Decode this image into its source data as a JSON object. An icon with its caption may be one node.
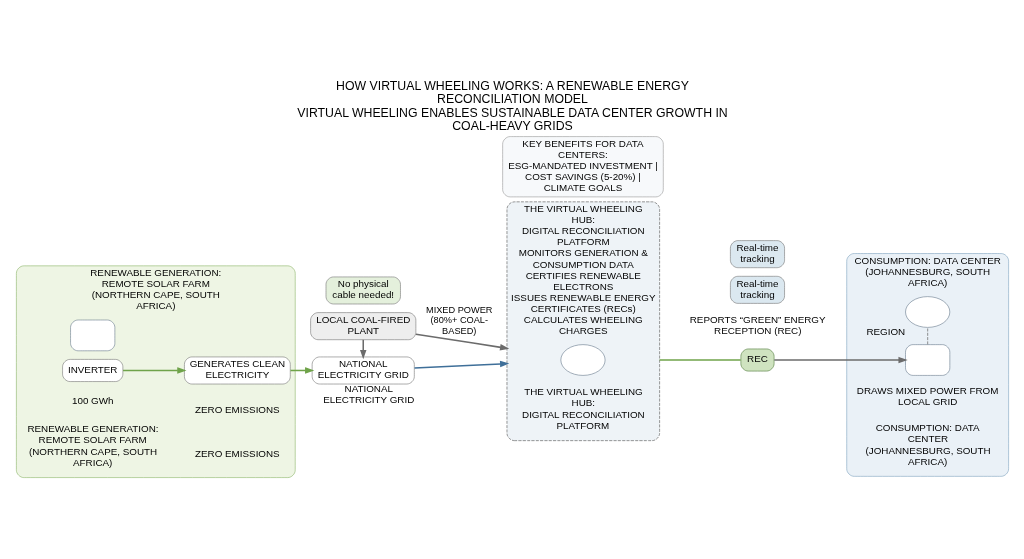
{
  "diagram": {
    "title": "HOW VIRTUAL WHEELING WORKS: A RENEWABLE ENERGY RECONCILIATION MODEL",
    "caption": "VIRTUAL WHEELING ENABLES SUSTAINABLE DATA CENTER GROWTH IN COAL-HEAVY GRIDS",
    "nodes": [
      {
        "text": [
          "RENEWABLE GENERATION: REMOTE SOLAR FARM",
          "(NORTHERN CAPE, SOUTH AFRICA)"
        ],
        "beside": [
          "RENEWABLE GENERATION: REMOTE SOLAR FARM",
          "(NORTHERN CAPE, SOUTH AFRICA)"
        ]
      },
      {
        "text": [],
        "shape": "box",
        "in": 0
      },
      {
        "text": [
          "INVERTER"
        ],
        "in": 0
      },
      {
        "text": [
          "GENERATES CLEAN ELECTRICITY"
        ],
        "in": 0
      },
      {
        "text": [
          "No physical cable needed!"
        ]
      },
      {
        "text": [
          "NATIONAL ELECTRICITY GRID"
        ],
        "beside": [
          "NATIONAL ELECTRICITY GRID"
        ]
      },
      {
        "text": [
          "LOCAL COAL-FIRED PLANT"
        ]
      },
      {
        "text": [
          "KEY BENEFITS FOR DATA CENTERS:",
          "ESG-MANDATED INVESTMENT | COST SAVINGS (5-20%) | CLIMATE GOALS"
        ]
      },
      {
        "text": [
          "THE VIRTUAL WHEELING HUB:",
          "DIGITAL RECONCILIATION PLATFORM",
          "MONITORS GENERATION & CONSUMPTION DATA",
          "CERTIFIES RENEWABLE ELECTRONS",
          "ISSUES RENEWABLE ENERGY CERTIFICATES (RECs)",
          "CALCULATES WHEELING CHARGES"
        ],
        "beside": [
          "THE VIRTUAL WHEELING HUB:",
          "DIGITAL RECONCILIATION PLATFORM"
        ]
      },
      {
        "text": [],
        "shape": "cloud",
        "in": 8
      },
      {
        "text": [
          "REC"
        ],
        "beside": [
          "REPORTS “GREEN” ENERGY RECEPTION (REC)"
        ]
      },
      {
        "text": [
          "Real-time tracking"
        ]
      },
      {
        "text": [
          "CONSUMPTION: DATA CENTER",
          "(JOHANNESBURG, SOUTH AFRICA)"
        ],
        "beside": [
          "CONSUMPTION: DATA CENTER",
          "(JOHANNESBURG, SOUTH AFRICA)"
        ]
      },
      {
        "text": [],
        "shape": "box",
        "in": 12
      },
      {
        "text": [],
        "shape": "cloud",
        "in": 12,
        "beside": [
          "REGION"
        ]
      },
      {
        "text": [
          "Real-time tracking"
        ]
      }
    ],
    "edges": [
      {
        "from": 2,
        "to": 3,
        "arrow": "to"
      },
      {
        "from": 3,
        "to": 5,
        "arrow": "to"
      },
      {
        "from": 6,
        "to": 5,
        "arrow": "to",
        "color": "#6b6b6b"
      },
      {
        "from": 5,
        "to": 8,
        "arrow": "to",
        "color": "#3f6f99"
      },
      {
        "from": 6,
        "to": 8,
        "arrow": "to",
        "label": "MIXED POWER (80%+ COAL-BASED)",
        "color": "#6b6b6b"
      },
      {
        "from": 8,
        "to": 10,
        "arrow": "none"
      },
      {
        "from": 10,
        "to": 13,
        "arrow": "to",
        "color": "#6b6b6b"
      },
      {
        "from": 13,
        "to": 14,
        "arrow": "none",
        "style": "dashed",
        "color": "#6b6b6b"
      }
    ],
    "labels": [
      "100 GWh",
      "ZERO EMISSIONS",
      "ZERO EMISSIONS",
      "DRAWS MIXED POWER FROM LOCAL GRID"
    ]
  }
}
